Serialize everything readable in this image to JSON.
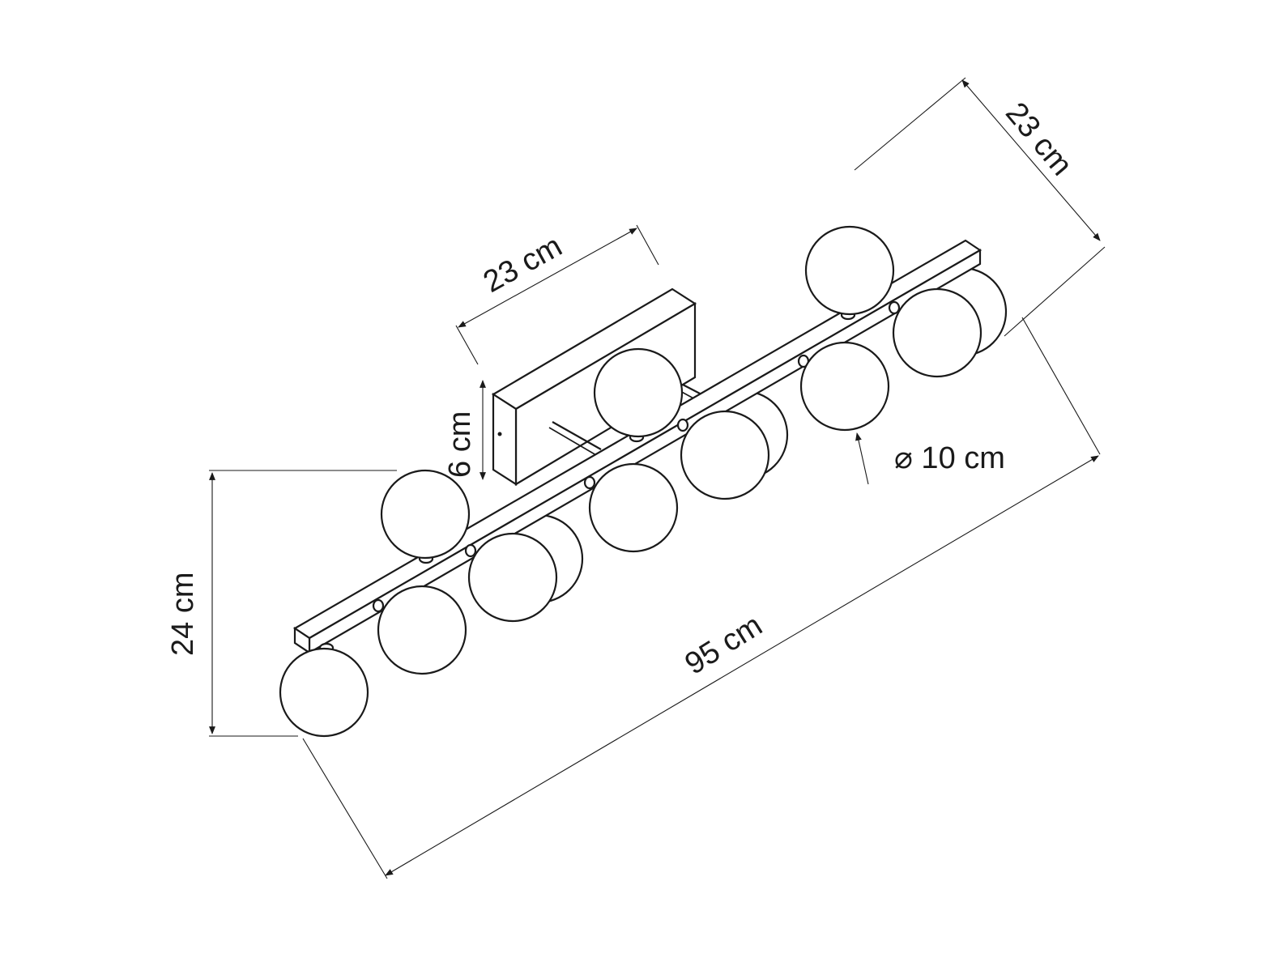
{
  "dimensions": {
    "depth_top": "23 cm",
    "canopy_width": "23 cm",
    "canopy_height": "6 cm",
    "height": "24 cm",
    "length": "95 cm",
    "globe_diameter": "⌀ 10 cm"
  }
}
